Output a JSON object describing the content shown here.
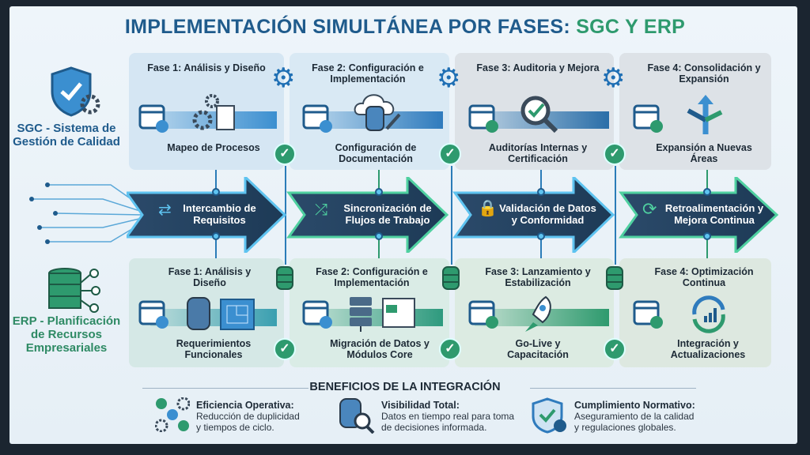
{
  "title": {
    "main": "IMPLEMENTACIÓN SIMULTÁNEA POR FASES: ",
    "accent": "SGC Y ERP"
  },
  "sgc": {
    "label": "SGC - Sistema de Gestión de Calidad",
    "phases": [
      {
        "title": "Fase 1: Análisis y Diseño",
        "item": "Mapeo de Procesos"
      },
      {
        "title": "Fase 2: Configuración e Implementación",
        "item": "Configuración de Documentación"
      },
      {
        "title": "Fase 3: Auditoria y Mejora",
        "item": "Auditorías Internas y Certificación"
      },
      {
        "title": "Fase 4: Consolidación y Expansión",
        "item": "Expansión a Nuevas Áreas"
      }
    ]
  },
  "integration": [
    {
      "label": "Intercambio de Requisitos",
      "icon": "exchange-icon"
    },
    {
      "label": "Sincronización de Flujos de Trabajo",
      "icon": "shuffle-icon"
    },
    {
      "label": "Validación de Datos y Conformidad",
      "icon": "lock-icon"
    },
    {
      "label": "Retroalimentación y Mejora Continua",
      "icon": "refresh-icon"
    }
  ],
  "erp": {
    "label": "ERP - Planificación de Recursos Empresariales",
    "phases": [
      {
        "title": "Fase 1: Análisis y Diseño",
        "item": "Requerimientos Funcionales"
      },
      {
        "title": "Fase 2: Configuración e Implementación",
        "item": "Migración de Datos y Módulos Core"
      },
      {
        "title": "Fase 3: Lanzamiento y Estabilización",
        "item": "Go-Live y Capacitación"
      },
      {
        "title": "Fase 4: Optimización Continua",
        "item": "Integración y Actualizaciones"
      }
    ]
  },
  "benefits": {
    "heading": "BENEFICIOS DE LA INTEGRACIÓN",
    "items": [
      {
        "title": "Eficiencia Operativa:",
        "desc1": "Reducción de duplicidad",
        "desc2": "y tiempos de ciclo."
      },
      {
        "title": "Visibilidad Total:",
        "desc1": "Datos en tiempo real para toma",
        "desc2": "de decisiones informada."
      },
      {
        "title": "Cumplimiento Normativo:",
        "desc1": "Aseguramiento de la calidad",
        "desc2": "y regulaciones globales."
      }
    ]
  },
  "colors": {
    "blue": "#1f5b8c",
    "green": "#2e9a6e",
    "dark": "#1d3a56"
  }
}
